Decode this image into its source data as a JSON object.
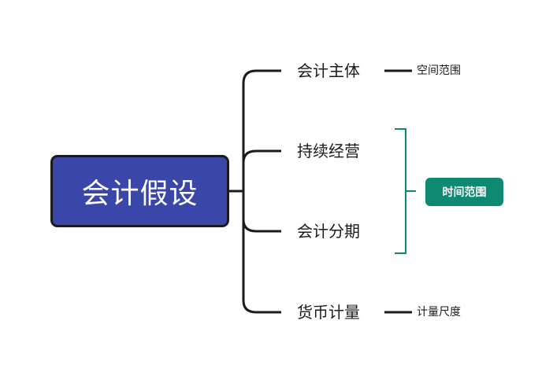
{
  "root": {
    "label": "会计假设"
  },
  "branches": [
    {
      "label": "会计主体",
      "note": "空间范围"
    },
    {
      "label": "持续经营"
    },
    {
      "label": "会计分期"
    },
    {
      "label": "货币计量",
      "note": "计量尺度"
    }
  ],
  "group": {
    "label": "时间范围",
    "members": [
      "持续经营",
      "会计分期"
    ]
  },
  "colors": {
    "root_fill": "#3a47a8",
    "connector": "#1b1b1b",
    "bracket": "#0e8a72",
    "tag_fill": "#0e8a72"
  }
}
